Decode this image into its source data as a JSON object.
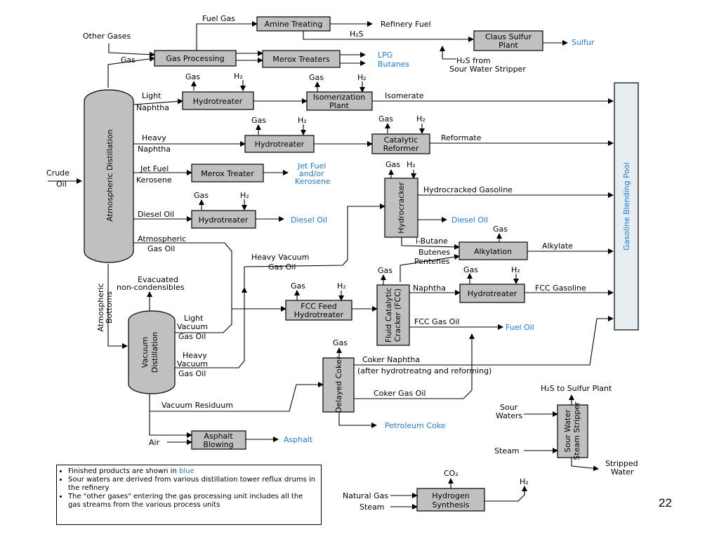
{
  "page_number": "22",
  "colors": {
    "product_blue": "#1e7bd6",
    "unit_fill": "#c0c0c0",
    "blend_pool_fill": "#e6edf0"
  },
  "units": {
    "amine": "Amine Treating",
    "claus_1": "Claus Sulfur",
    "claus_2": "Plant",
    "gasproc": "Gas Processing",
    "merox_treaters": "Merox Treaters",
    "hydrotreater": "Hydrotreater",
    "isom_1": "Isomerization",
    "isom_2": "Plant",
    "cat_1": "Catalytic",
    "cat_2": "Reformer",
    "merox_treater": "Merox Treater",
    "hydrocracker": "Hydrocracker",
    "alkylation": "Alkylation",
    "fccfeed_1": "FCC Feed",
    "fccfeed_2": "Hydrotreater",
    "fcc_1": "Fluid Catalytic",
    "fcc_2": "Cracker (FCC)",
    "coker": "Delayed Coker",
    "asphalt_1": "Asphalt",
    "asphalt_2": "Blowing",
    "sws_1": "Sour Water",
    "sws_2": "Steam Stripper",
    "hsyn_1": "Hydrogen",
    "hsyn_2": "Synthesis",
    "atm_dist": "Atmospheric Distillation",
    "vac_1": "Vacuum",
    "vac_2": "Distillation",
    "blend_pool": "Gasoline Blending Pool"
  },
  "labels": {
    "fuel_gas": "Fuel  Gas",
    "refinery_fuel": "Refinery Fuel",
    "h2s": "H₂S",
    "h2s_from": "H₂S from",
    "sour_water_stripper": "Sour Water Stripper",
    "other_gases": "Other Gases",
    "gas": "Gas",
    "h2": "H₂",
    "light": "Light",
    "naphtha": "Naphtha",
    "isomerate": "Isomerate",
    "heavy": "Heavy",
    "reformate": "Reformate",
    "crude": "Crude",
    "oil": "Oil",
    "jet_fuel": "Jet Fuel",
    "kerosene": "Kerosene",
    "hydrocracked_gasoline": "Hydrocracked Gasoline",
    "diesel_oil_in": "Diesel Oil",
    "atmospheric": "Atmospheric",
    "gas_oil": "Gas Oil",
    "i_butane": "i-Butane",
    "butenes": "Butenes",
    "pentenes": "Pentenes",
    "alkylate": "Alkylate",
    "heavy_vacuum": "Heavy Vacuum",
    "evacuated": "Evacuated",
    "non_condensibles": "non-condensibles",
    "atm_bottoms_1": "Atmospheric",
    "atm_bottoms_2": "Bottoms",
    "light_vacuum_1": "Light",
    "vacuum": "Vacuum",
    "fcc_gasoline": "FCC Gasoline",
    "fcc_gas_oil": "FCC Gas Oil",
    "coker_naphtha": "Coker Naphtha",
    "after_hydrotreating": "(after hydrotreatng and reforming)",
    "heavy_vacuum_v": "Heavy",
    "coker_gas_oil": "Coker Gas Oil",
    "vacuum_residuum": "Vacuum Residuum",
    "h2s_to_sulfur": "H₂S to Sulfur Plant",
    "sour": "Sour",
    "waters": "Waters",
    "air": "Air",
    "steam": "Steam",
    "stripped": "Stripped",
    "water": "Water",
    "co2": "CO₂",
    "natural_gas": "Natural Gas"
  },
  "products": {
    "sulfur": "Sulfur",
    "lpg": "LPG",
    "butanes": "Butanes",
    "jet_fuel": "Jet Fuel",
    "and_or": "and/or",
    "kerosene": "Kerosene",
    "diesel_oil": "Diesel Oil",
    "fuel_oil": "Fuel Oil",
    "petroleum_coke": "Petroleum Coke",
    "asphalt": "Asphalt"
  },
  "legend": {
    "item1_text": "Finished products are shown in ",
    "item1_blue": "blue",
    "item2": "Sour waters are derived from various distillation tower reflux drums in the refinery",
    "item3": "The \"other gases\" entering the gas processing unit includes all the gas streams from the various process units"
  }
}
